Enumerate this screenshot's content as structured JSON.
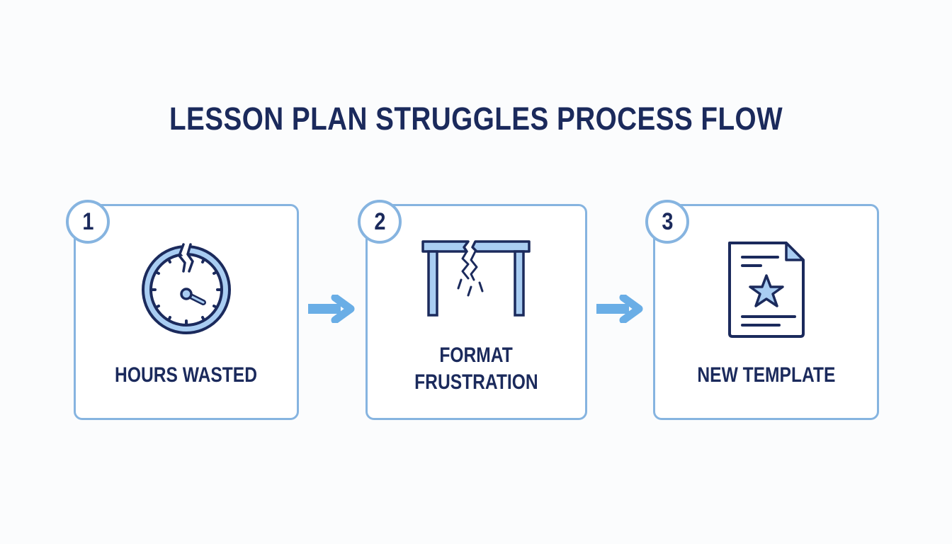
{
  "title": "LESSON PLAN STRUGGLES PROCESS FLOW",
  "colors": {
    "navy": "#1b2a5c",
    "accent_blue": "#86b4e0",
    "fill_blue": "#a9cdf2",
    "arrow_blue": "#6aaee6",
    "background": "#fbfcfd"
  },
  "steps": [
    {
      "number": "1",
      "icon": "broken-clock-icon",
      "label_line1": "HOURS WASTED",
      "label_line2": ""
    },
    {
      "number": "2",
      "icon": "broken-table-icon",
      "label_line1": "FORMAT",
      "label_line2": "FRUSTRATION"
    },
    {
      "number": "3",
      "icon": "document-star-icon",
      "label_line1": "NEW TEMPLATE",
      "label_line2": ""
    }
  ],
  "connectors": [
    {
      "from": "1",
      "to": "2",
      "icon": "right-arrow-icon"
    },
    {
      "from": "2",
      "to": "3",
      "icon": "right-arrow-icon"
    }
  ]
}
